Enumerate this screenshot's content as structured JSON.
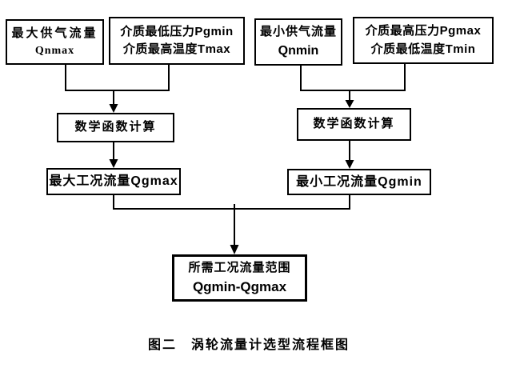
{
  "figure": {
    "nodes": {
      "qnmax": {
        "line1": "最大供气流量",
        "line2": "Qnmax"
      },
      "pgmin_tmax": {
        "line1": "介质最低压力Pgmin",
        "line2": "介质最高温度Tmax"
      },
      "qnmin": {
        "line1": "最小供气流量",
        "line2": "Qnmin"
      },
      "pgmax_tmin": {
        "line1": "介质最高压力Pgmax",
        "line2": "介质最低温度Tmin"
      },
      "calc_left": {
        "label": "数学函数计算"
      },
      "calc_right": {
        "label": "数学函数计算"
      },
      "qgmax": {
        "label": "最大工况流量Qgmax"
      },
      "qgmin": {
        "label": "最小工况流量Qgmin"
      },
      "result": {
        "line1": "所需工况流量范围",
        "line2": "Qgmin-Qgmax"
      }
    },
    "caption": "图二　涡轮流量计选型流程框图",
    "colors": {
      "line": "#000000",
      "box_border": "#000000",
      "text": "#000000",
      "background": "#ffffff"
    }
  }
}
